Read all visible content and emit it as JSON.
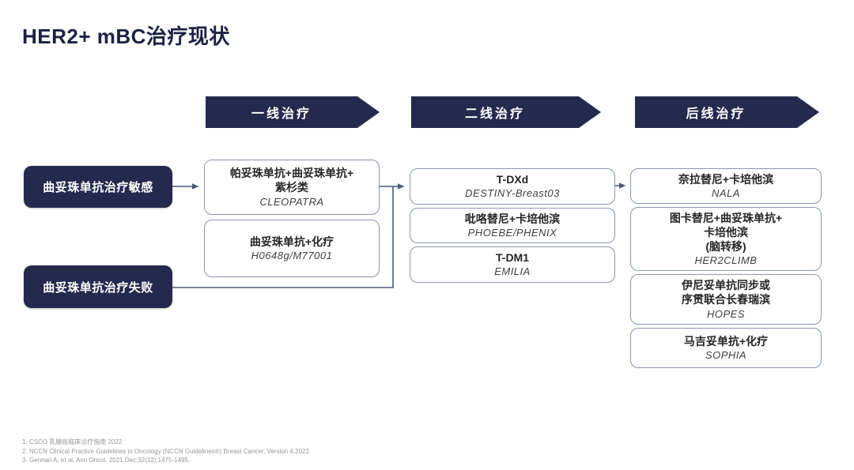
{
  "title": "HER2+ mBC治疗现状",
  "stages": [
    {
      "label": "一线治疗"
    },
    {
      "label": "二线治疗"
    },
    {
      "label": "后线治疗"
    }
  ],
  "patient_groups": [
    {
      "label": "曲妥珠单抗治疗敏感"
    },
    {
      "label": "曲妥珠单抗治疗失败"
    }
  ],
  "first_line": [
    {
      "therapy": "帕妥珠单抗+曲妥珠单抗+\n紫杉类",
      "trial": "CLEOPATRA"
    },
    {
      "therapy": "曲妥珠单抗+化疗",
      "trial": "H0648g/M77001"
    }
  ],
  "second_line": [
    {
      "therapy": "T-DXd",
      "trial": "DESTINY-Breast03"
    },
    {
      "therapy": "吡咯替尼+卡培他滨",
      "trial": "PHOEBE/PHENIX"
    },
    {
      "therapy": "T-DM1",
      "trial": "EMILIA"
    }
  ],
  "later_line": [
    {
      "therapy": "奈拉替尼+卡培他滨",
      "trial": "NALA"
    },
    {
      "therapy": "图卡替尼+曲妥珠单抗+\n卡培他滨\n(脑转移)",
      "trial": "HER2CLIMB"
    },
    {
      "therapy": "伊尼妥单抗同步或\n序贯联合长春瑞滨",
      "trial": "HOPES"
    },
    {
      "therapy": "马吉妥单抗+化疗",
      "trial": "SOPHIA"
    }
  ],
  "footnotes": [
    "1.  CSCO 乳腺癌临床诊疗指南 2022",
    "2.  NCCN Clinical Practice Guidelines in Oncology (NCCN Guidelines®) Breast Cancer. Version 4.2022.",
    "3.  Gennari A, et al. Ann Oncol. 2021 Dec;32(12):1475-1495."
  ],
  "colors": {
    "navy": "#242a4d",
    "box_border": "#8b96ae",
    "connector": "#4e5a78",
    "title_text": "#1d2142"
  }
}
